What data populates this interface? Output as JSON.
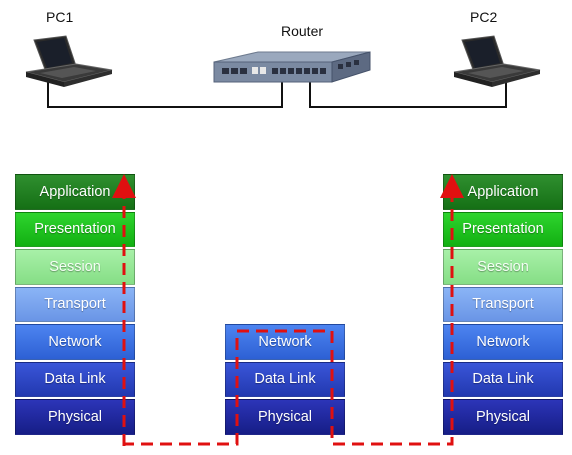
{
  "devices": {
    "pc1": "PC1",
    "router": "Router",
    "pc2": "PC2"
  },
  "stacks": {
    "pc1": [
      "Application",
      "Presentation",
      "Session",
      "Transport",
      "Network",
      "Data Link",
      "Physical"
    ],
    "router": [
      "Network",
      "Data Link",
      "Physical"
    ],
    "pc2": [
      "Application",
      "Presentation",
      "Session",
      "Transport",
      "Network",
      "Data Link",
      "Physical"
    ]
  },
  "colors": {
    "cable": "#111111",
    "data_path": "#e01010"
  }
}
